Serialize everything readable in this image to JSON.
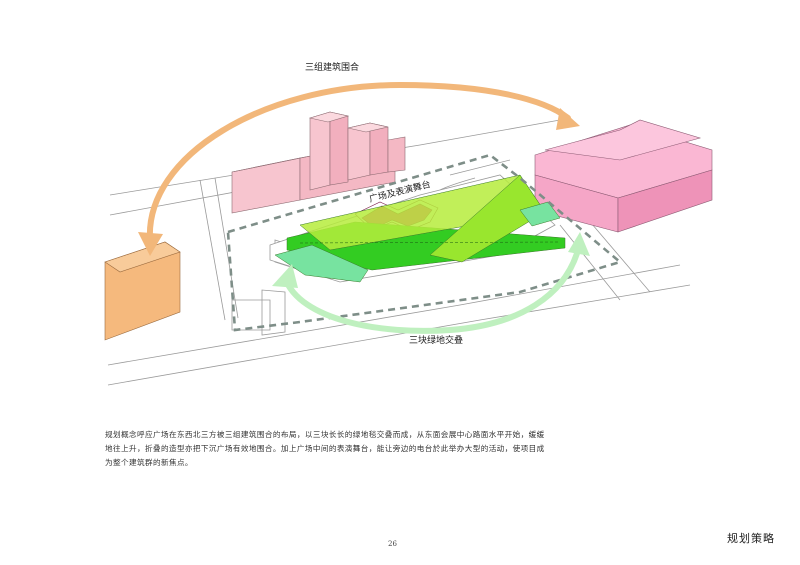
{
  "labels": {
    "top_arrow": "三组建筑围合",
    "stage": "广场及表演舞台",
    "bottom_arrow": "三块绿地交叠"
  },
  "description": "规划概念呼应广场在东西北三方被三组建筑围合的布局，以三块长长的绿地毯交叠而成，从东面会展中心路面水平开始，缓缓地往上升，折叠的造型亦把下沉广场有效地围合。加上广场中间的表演舞台，能让旁边的电台於此举办大型的活动，使项目成为整个建筑群的新焦点。",
  "page_number": "26",
  "section_title": "规划策略",
  "colors": {
    "arrow_orange": "#F2B77A",
    "arrow_green": "#BFF0BF",
    "north_buildings": "#F7C5CF",
    "east_buildings": "#F5A6C7",
    "west_building": "#F5B97D",
    "stage": "#E62E8A",
    "green_bright": "#33CC22",
    "green_lime": "#99E62E",
    "green_light": "#77E3A0",
    "site_dash": "#7E8E88"
  }
}
